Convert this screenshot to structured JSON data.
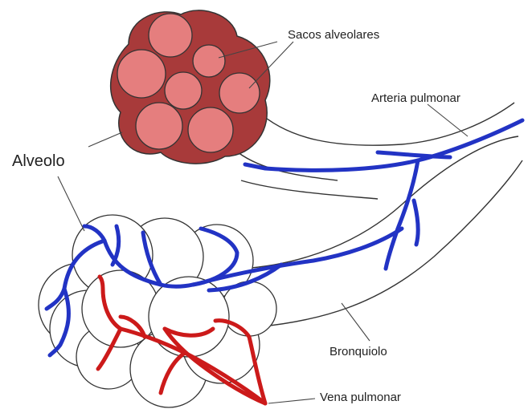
{
  "labels": {
    "sacos": "Sacos alveolares",
    "arteria": "Arteria pulmonar",
    "alveolo": "Alveolo",
    "bronquiolo": "Bronquiolo",
    "vena": "Vena pulmonar"
  },
  "colors": {
    "sac_outer": "#a83a3a",
    "sac_inner": "#e57e7e",
    "artery": "#2233c4",
    "vein": "#cc1a1a",
    "outline": "#333333",
    "leader": "#444444",
    "alveolus_fill": "#ffffff"
  }
}
